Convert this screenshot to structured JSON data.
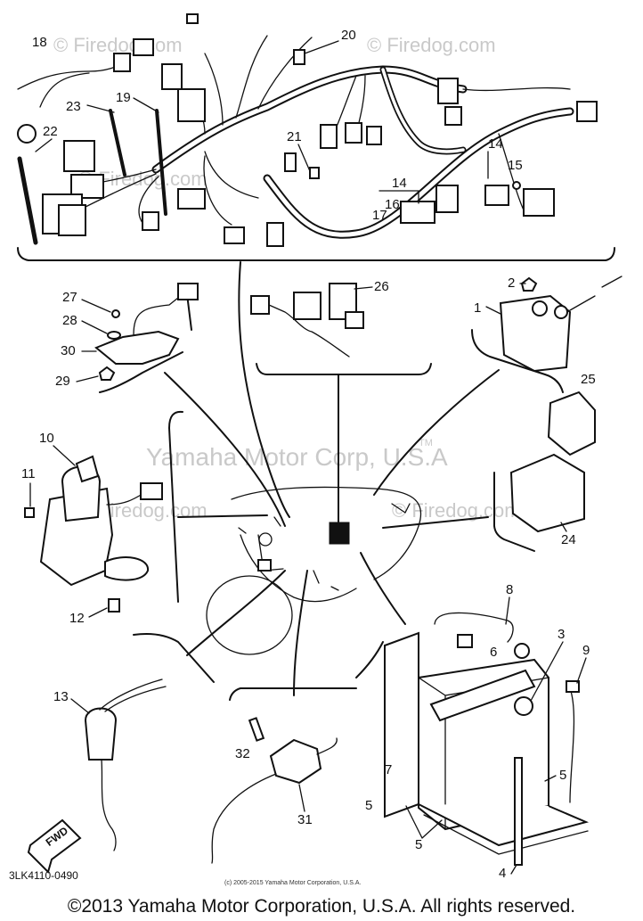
{
  "watermarks": {
    "firedog": "© Firedog.com",
    "yamaha": "Yamaha Motor Corp, U.S.A",
    "tm": "TM"
  },
  "labels": {
    "p1": "1",
    "p2": "2",
    "p3": "3",
    "p4": "4",
    "p5a": "5",
    "p5b": "5",
    "p5c": "5",
    "p6": "6",
    "p7": "7",
    "p8": "8",
    "p9": "9",
    "p10": "10",
    "p11": "11",
    "p12": "12",
    "p13": "13",
    "p14a": "14",
    "p14b": "14",
    "p15": "15",
    "p16": "16",
    "p17": "17",
    "p18": "18",
    "p19": "19",
    "p20": "20",
    "p21": "21",
    "p22": "22",
    "p23": "23",
    "p24": "24",
    "p25": "25",
    "p26": "26",
    "p27": "27",
    "p28": "28",
    "p29": "29",
    "p30": "30",
    "p31": "31",
    "p32": "32"
  },
  "fwd_label": "FWD",
  "diagram_ref": "3LK4110-0490",
  "small_copyright": "(c) 2005-2015 Yamaha Motor Corporation, U.S.A.",
  "footer": "©2013 Yamaha Motor Corporation, U.S.A. All rights reserved."
}
